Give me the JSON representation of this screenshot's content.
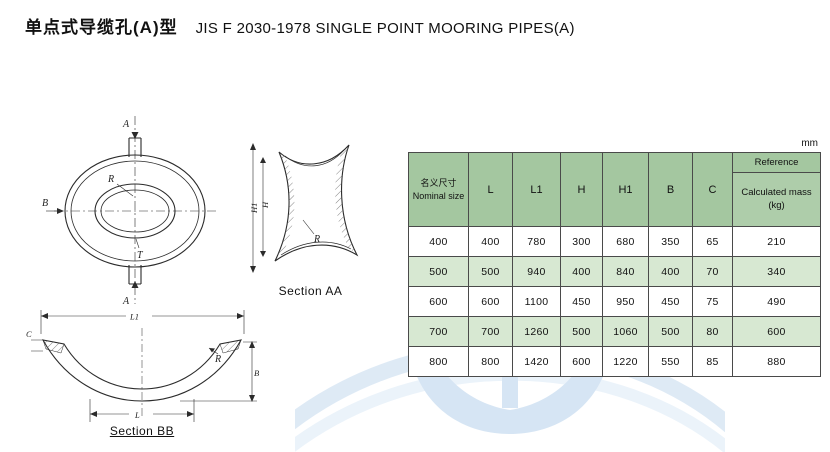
{
  "page": {
    "title_cn": "单点式导缆孔(A)型",
    "title_en": "JIS F 2030-1978 SINGLE POINT MOORING PIPES(A)",
    "unit_label": "mm"
  },
  "colors": {
    "table_header_green": "#a4c7a0",
    "table_row_green": "#d7e8d2",
    "watermark_blue": "#d2e3f3"
  },
  "drawings": {
    "front_view": {
      "labels": {
        "a_top": "A",
        "b": "B",
        "r": "R",
        "t": "T",
        "a_bottom": "A"
      }
    },
    "section_aa": {
      "caption": "Section AA",
      "labels": {
        "h": "H",
        "h1": "H1",
        "r": "R"
      }
    },
    "section_bb": {
      "caption": "Section BB",
      "labels": {
        "l1": "L1",
        "l": "L",
        "c": "C",
        "r": "R",
        "b": "B"
      }
    }
  },
  "table": {
    "header": {
      "nominal_cn": "名义尺寸",
      "nominal_en": "Nominal size",
      "col_l": "L",
      "col_l1": "L1",
      "col_h": "H",
      "col_h1": "H1",
      "col_b": "B",
      "col_c": "C",
      "reference": "Reference",
      "calculated_mass": "Calculated mass (kg)"
    },
    "rows": [
      {
        "size": "400",
        "l": "400",
        "l1": "780",
        "h": "300",
        "h1": "680",
        "b": "350",
        "c": "65",
        "mass": "210"
      },
      {
        "size": "500",
        "l": "500",
        "l1": "940",
        "h": "400",
        "h1": "840",
        "b": "400",
        "c": "70",
        "mass": "340"
      },
      {
        "size": "600",
        "l": "600",
        "l1": "1100",
        "h": "450",
        "h1": "950",
        "b": "450",
        "c": "75",
        "mass": "490"
      },
      {
        "size": "700",
        "l": "700",
        "l1": "1260",
        "h": "500",
        "h1": "1060",
        "b": "500",
        "c": "80",
        "mass": "600"
      },
      {
        "size": "800",
        "l": "800",
        "l1": "1420",
        "h": "600",
        "h1": "1220",
        "b": "550",
        "c": "85",
        "mass": "880"
      }
    ]
  }
}
